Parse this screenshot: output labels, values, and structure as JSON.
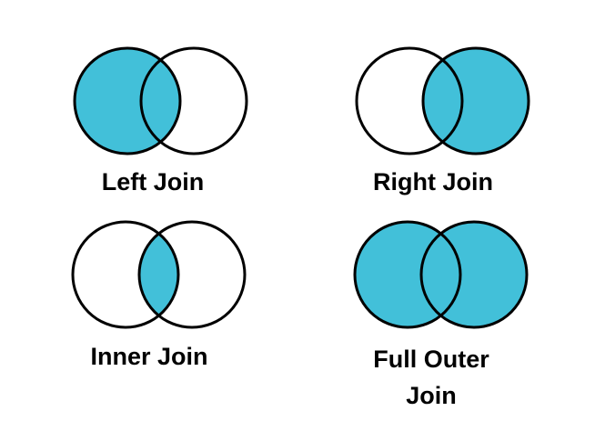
{
  "colors": {
    "accent": "#42C0D9",
    "outline": "#000000",
    "background": "#FFFFFF"
  },
  "diagrams": [
    {
      "label": "Left Join",
      "shading": "left"
    },
    {
      "label": "Right Join",
      "shading": "right"
    },
    {
      "label": "Inner Join",
      "shading": "inner"
    },
    {
      "label": "Full Outer Join",
      "shading": "full"
    }
  ]
}
